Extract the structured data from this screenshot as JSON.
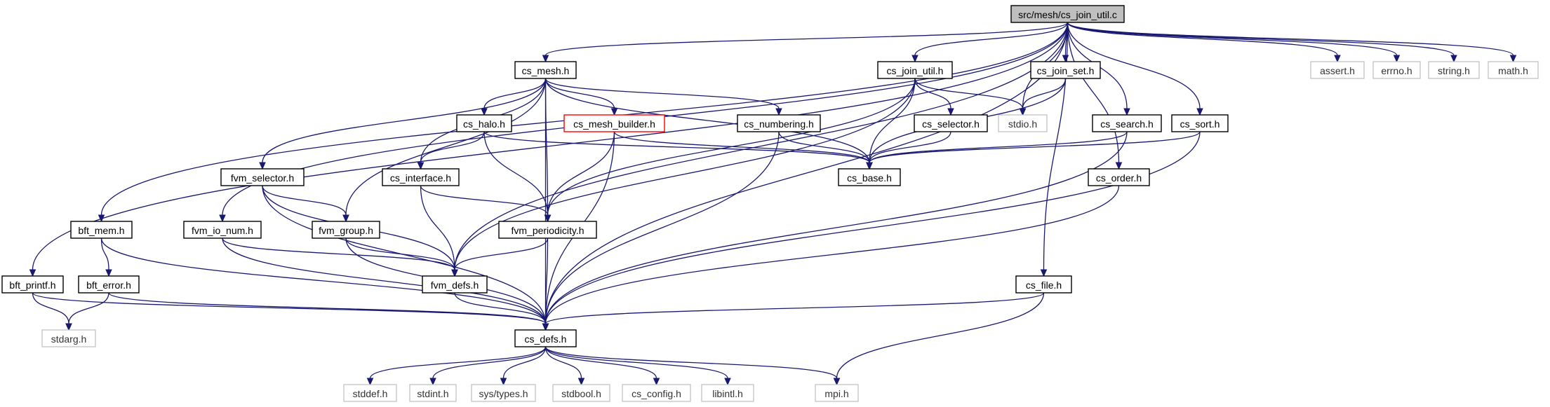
{
  "graph": {
    "root": "src/mesh/cs_join_util.c",
    "nodes": [
      {
        "id": "root",
        "label": "src/mesh/cs_join_util.c",
        "kind": "root"
      },
      {
        "id": "cs_mesh",
        "label": "cs_mesh.h",
        "kind": "local"
      },
      {
        "id": "cs_join_util",
        "label": "cs_join_util.h",
        "kind": "local"
      },
      {
        "id": "cs_join_set",
        "label": "cs_join_set.h",
        "kind": "local"
      },
      {
        "id": "assert",
        "label": "assert.h",
        "kind": "system"
      },
      {
        "id": "errno",
        "label": "errno.h",
        "kind": "system"
      },
      {
        "id": "string",
        "label": "string.h",
        "kind": "system"
      },
      {
        "id": "math",
        "label": "math.h",
        "kind": "system"
      },
      {
        "id": "cs_halo",
        "label": "cs_halo.h",
        "kind": "local"
      },
      {
        "id": "cs_mesh_builder",
        "label": "cs_mesh_builder.h",
        "kind": "highlight"
      },
      {
        "id": "cs_numbering",
        "label": "cs_numbering.h",
        "kind": "local"
      },
      {
        "id": "cs_selector",
        "label": "cs_selector.h",
        "kind": "local"
      },
      {
        "id": "stdio",
        "label": "stdio.h",
        "kind": "system"
      },
      {
        "id": "cs_search",
        "label": "cs_search.h",
        "kind": "local"
      },
      {
        "id": "cs_sort",
        "label": "cs_sort.h",
        "kind": "local"
      },
      {
        "id": "fvm_selector",
        "label": "fvm_selector.h",
        "kind": "local"
      },
      {
        "id": "cs_interface",
        "label": "cs_interface.h",
        "kind": "local"
      },
      {
        "id": "cs_base",
        "label": "cs_base.h",
        "kind": "local"
      },
      {
        "id": "cs_order",
        "label": "cs_order.h",
        "kind": "local"
      },
      {
        "id": "bft_mem",
        "label": "bft_mem.h",
        "kind": "local"
      },
      {
        "id": "fvm_io_num",
        "label": "fvm_io_num.h",
        "kind": "local"
      },
      {
        "id": "fvm_group",
        "label": "fvm_group.h",
        "kind": "local"
      },
      {
        "id": "fvm_periodicity",
        "label": "fvm_periodicity.h",
        "kind": "local"
      },
      {
        "id": "bft_printf",
        "label": "bft_printf.h",
        "kind": "local"
      },
      {
        "id": "bft_error",
        "label": "bft_error.h",
        "kind": "local"
      },
      {
        "id": "fvm_defs",
        "label": "fvm_defs.h",
        "kind": "local"
      },
      {
        "id": "cs_file",
        "label": "cs_file.h",
        "kind": "local"
      },
      {
        "id": "stdarg",
        "label": "stdarg.h",
        "kind": "system"
      },
      {
        "id": "cs_defs",
        "label": "cs_defs.h",
        "kind": "local"
      },
      {
        "id": "stddef",
        "label": "stddef.h",
        "kind": "system"
      },
      {
        "id": "stdint",
        "label": "stdint.h",
        "kind": "system"
      },
      {
        "id": "systypes",
        "label": "sys/types.h",
        "kind": "system"
      },
      {
        "id": "stdbool",
        "label": "stdbool.h",
        "kind": "system"
      },
      {
        "id": "cs_config",
        "label": "cs_config.h",
        "kind": "system"
      },
      {
        "id": "libintl",
        "label": "libintl.h",
        "kind": "system"
      },
      {
        "id": "mpi",
        "label": "mpi.h",
        "kind": "system"
      }
    ],
    "edges": [
      [
        "root",
        "cs_mesh"
      ],
      [
        "root",
        "cs_join_util"
      ],
      [
        "root",
        "cs_join_set"
      ],
      [
        "root",
        "assert"
      ],
      [
        "root",
        "errno"
      ],
      [
        "root",
        "string"
      ],
      [
        "root",
        "math"
      ],
      [
        "root",
        "stdio"
      ],
      [
        "root",
        "cs_search"
      ],
      [
        "root",
        "cs_sort"
      ],
      [
        "root",
        "cs_order"
      ],
      [
        "root",
        "cs_file"
      ],
      [
        "root",
        "bft_mem"
      ],
      [
        "root",
        "bft_printf"
      ],
      [
        "root",
        "fvm_io_num"
      ],
      [
        "root",
        "cs_defs"
      ],
      [
        "root",
        "fvm_defs"
      ],
      [
        "cs_mesh",
        "cs_halo"
      ],
      [
        "cs_mesh",
        "cs_mesh_builder"
      ],
      [
        "cs_mesh",
        "cs_numbering"
      ],
      [
        "cs_mesh",
        "fvm_selector"
      ],
      [
        "cs_mesh",
        "cs_interface"
      ],
      [
        "cs_mesh",
        "fvm_group"
      ],
      [
        "cs_mesh",
        "fvm_periodicity"
      ],
      [
        "cs_mesh",
        "cs_base"
      ],
      [
        "cs_mesh",
        "cs_defs"
      ],
      [
        "cs_join_util",
        "cs_selector"
      ],
      [
        "cs_join_util",
        "stdio"
      ],
      [
        "cs_join_util",
        "cs_base"
      ],
      [
        "cs_join_util",
        "fvm_periodicity"
      ],
      [
        "cs_join_util",
        "fvm_defs"
      ],
      [
        "cs_join_set",
        "stdio"
      ],
      [
        "cs_join_set",
        "cs_base"
      ],
      [
        "cs_halo",
        "cs_interface"
      ],
      [
        "cs_halo",
        "fvm_periodicity"
      ],
      [
        "cs_halo",
        "cs_base"
      ],
      [
        "cs_mesh_builder",
        "fvm_periodicity"
      ],
      [
        "cs_mesh_builder",
        "cs_base"
      ],
      [
        "cs_mesh_builder",
        "cs_defs"
      ],
      [
        "cs_numbering",
        "cs_base"
      ],
      [
        "cs_numbering",
        "cs_defs"
      ],
      [
        "cs_selector",
        "cs_base"
      ],
      [
        "cs_search",
        "cs_base"
      ],
      [
        "cs_search",
        "cs_defs"
      ],
      [
        "cs_sort",
        "cs_base"
      ],
      [
        "cs_sort",
        "cs_defs"
      ],
      [
        "fvm_selector",
        "fvm_group"
      ],
      [
        "fvm_selector",
        "fvm_defs"
      ],
      [
        "fvm_selector",
        "cs_defs"
      ],
      [
        "cs_interface",
        "fvm_periodicity"
      ],
      [
        "cs_interface",
        "fvm_defs"
      ],
      [
        "cs_order",
        "cs_defs"
      ],
      [
        "bft_mem",
        "bft_error"
      ],
      [
        "bft_mem",
        "cs_defs"
      ],
      [
        "fvm_io_num",
        "fvm_defs"
      ],
      [
        "fvm_io_num",
        "cs_defs"
      ],
      [
        "fvm_group",
        "fvm_defs"
      ],
      [
        "fvm_group",
        "cs_defs"
      ],
      [
        "fvm_periodicity",
        "fvm_defs"
      ],
      [
        "fvm_periodicity",
        "cs_defs"
      ],
      [
        "bft_printf",
        "stdarg"
      ],
      [
        "bft_printf",
        "cs_defs"
      ],
      [
        "bft_error",
        "stdarg"
      ],
      [
        "bft_error",
        "cs_defs"
      ],
      [
        "fvm_defs",
        "cs_defs"
      ],
      [
        "cs_file",
        "cs_defs"
      ],
      [
        "cs_file",
        "mpi"
      ],
      [
        "cs_defs",
        "stddef"
      ],
      [
        "cs_defs",
        "stdint"
      ],
      [
        "cs_defs",
        "systypes"
      ],
      [
        "cs_defs",
        "stdbool"
      ],
      [
        "cs_defs",
        "cs_config"
      ],
      [
        "cs_defs",
        "libintl"
      ],
      [
        "cs_defs",
        "mpi"
      ]
    ]
  }
}
